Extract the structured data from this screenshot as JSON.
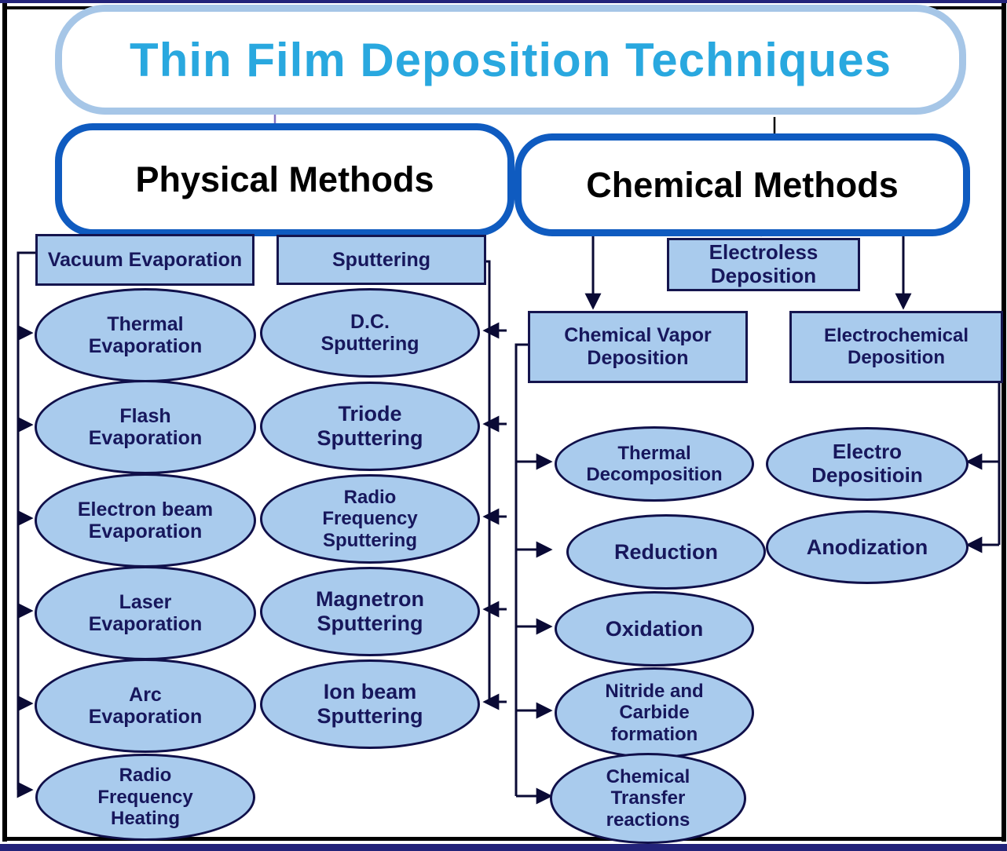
{
  "title": "Thin Film Deposition Techniques",
  "physical": {
    "label": "Physical Methods",
    "vacuum": {
      "label": "Vacuum Evaporation",
      "items": [
        "Thermal\nEvaporation",
        "Flash\nEvaporation",
        "Electron beam\nEvaporation",
        "Laser\nEvaporation",
        "Arc\nEvaporation",
        "Radio\nFrequency\nHeating"
      ]
    },
    "sputtering": {
      "label": "Sputtering",
      "items": [
        "D.C.\nSputtering",
        "Triode\nSputtering",
        "Radio\nFrequency\nSputtering",
        "Magnetron\nSputtering",
        "Ion beam\nSputtering"
      ]
    }
  },
  "chemical": {
    "label": "Chemical Methods",
    "electroless": {
      "label": "Electroless\nDeposition"
    },
    "cvd": {
      "label": "Chemical Vapor\nDeposition",
      "items": [
        "Thermal\nDecomposition",
        "Reduction",
        "Oxidation",
        "Nitride and\nCarbide\nformation",
        "Chemical\nTransfer\nreactions"
      ]
    },
    "electrochemical": {
      "label": "Electrochemical\nDeposition",
      "items": [
        "Electro\nDepositioin",
        "Anodization"
      ]
    }
  },
  "colors": {
    "title_text": "#29a8df",
    "title_border": "#a6c6e7",
    "method_border": "#0f5bc0",
    "node_fill": "#a9cbed",
    "node_border": "#10104a",
    "node_text": "#17175c",
    "connector": "#0a0a35",
    "top_link_purple": "#8474c4",
    "frame_black": "#000000",
    "frame_navy": "#23237a"
  }
}
